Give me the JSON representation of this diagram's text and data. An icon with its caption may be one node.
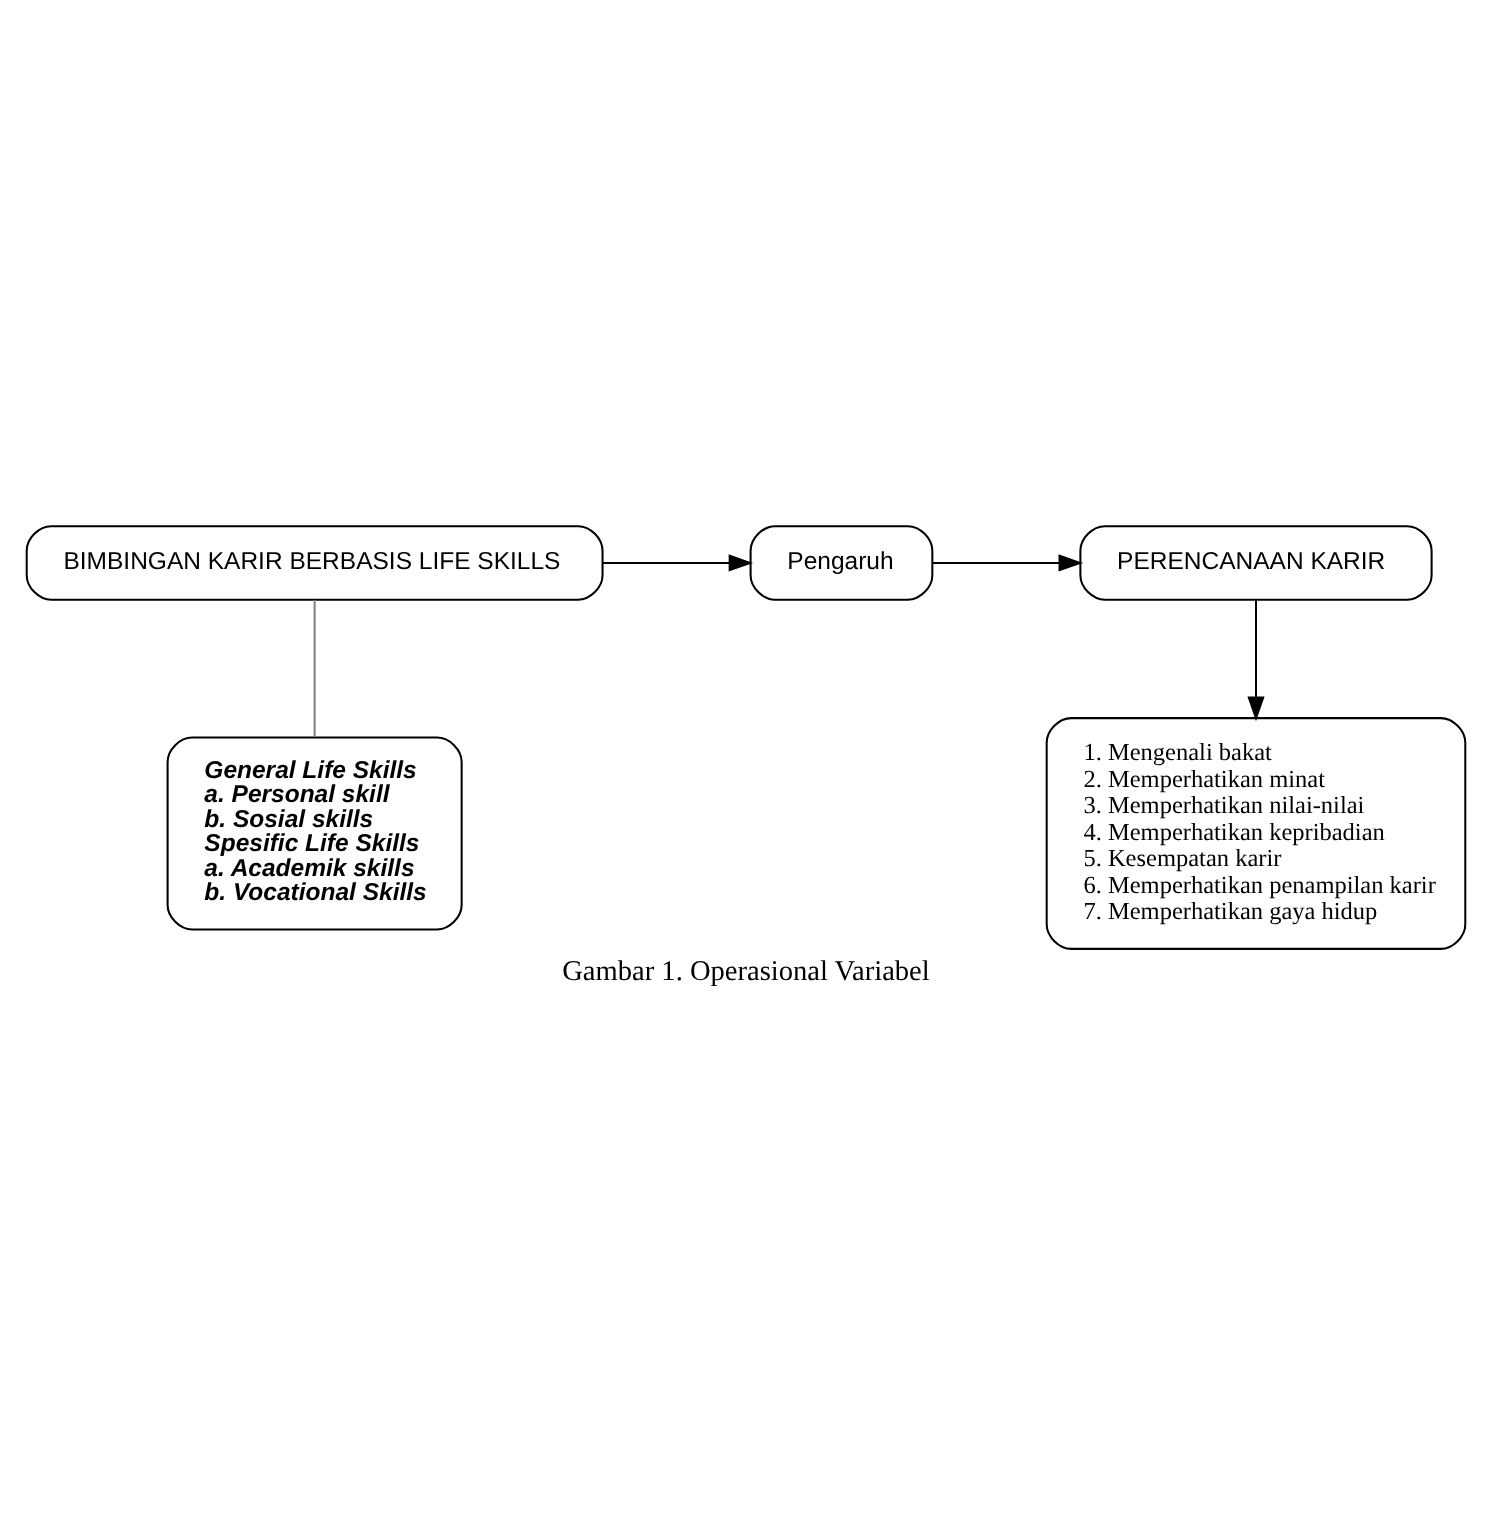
{
  "diagram": {
    "caption": "Gambar 1. Operasional Variabel",
    "nodes": [
      {
        "text": [
          "BIMBINGAN KARIR BERBASIS LIFE SKILLS"
        ]
      },
      {
        "text": [
          "Pengaruh"
        ]
      },
      {
        "text": [
          "PERENCANAAN KARIR"
        ]
      },
      {
        "text": [
          "General Life Skills",
          "a. Personal skill",
          "b. Sosial skills",
          "Spesific Life Skills",
          "a. Academik skills",
          "b. Vocational Skills"
        ]
      },
      {
        "text": [
          "1. Mengenali bakat",
          "2. Memperhatikan minat",
          "3. Memperhatikan nilai-nilai",
          "4. Memperhatikan kepribadian",
          "5. Kesempatan karir",
          "6. Memperhatikan penampilan karir",
          "7. Memperhatikan gaya hidup"
        ]
      }
    ],
    "edges": [
      {
        "from": 0,
        "to": 1,
        "arrow": "to"
      },
      {
        "from": 1,
        "to": 2,
        "arrow": "to"
      },
      {
        "from": 2,
        "to": 4,
        "arrow": "to"
      },
      {
        "from": 0,
        "to": 3,
        "arrow": "none",
        "color": "#808080"
      }
    ]
  }
}
